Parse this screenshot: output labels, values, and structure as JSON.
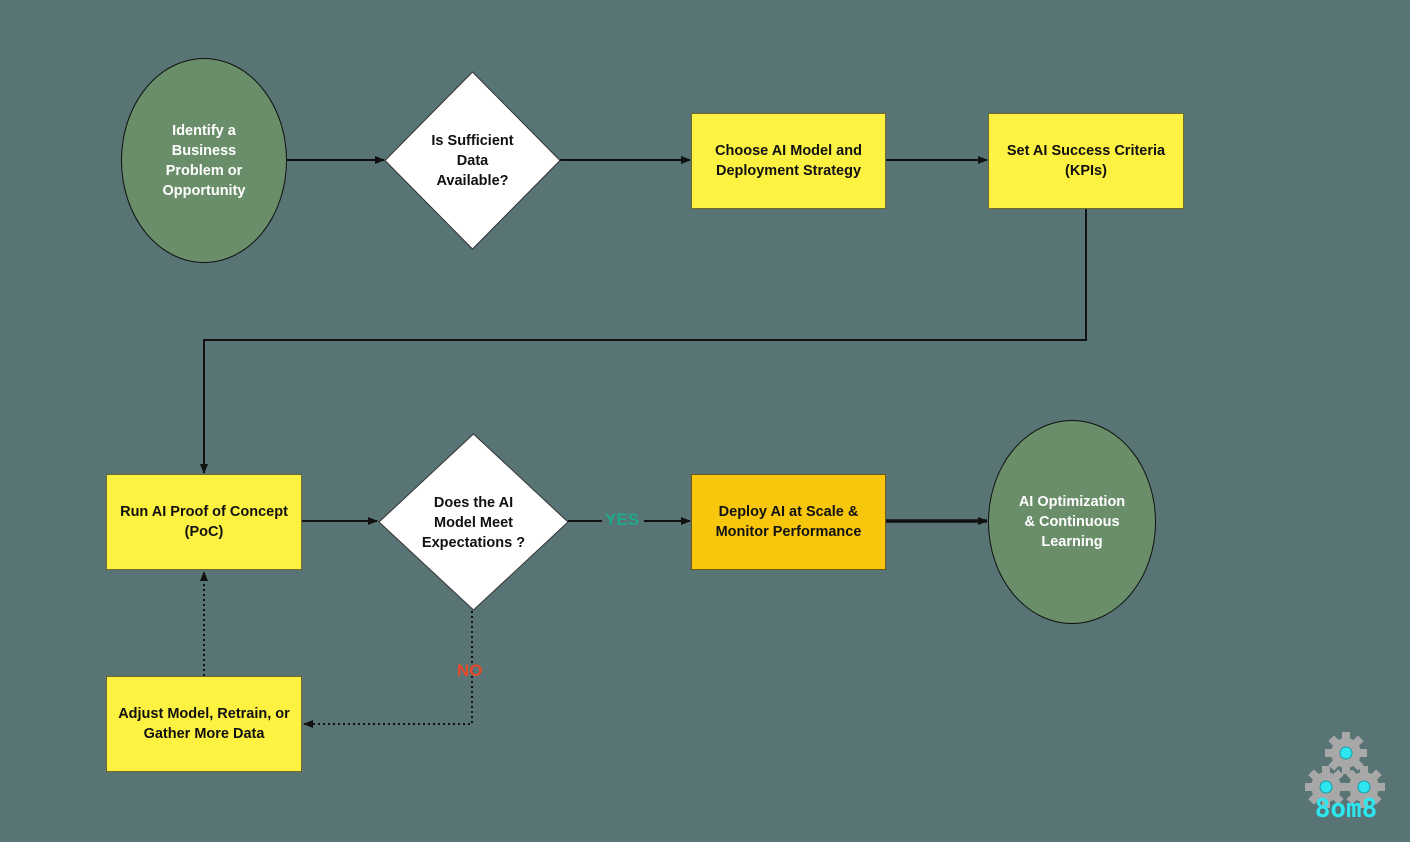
{
  "nodes": {
    "start": "Identify a Business Problem or Opportunity",
    "data_check": "Is Sufficient Data Available?",
    "choose_model": "Choose AI Model and Deployment Strategy",
    "kpis": "Set AI Success Criteria (KPIs)",
    "poc": "Run AI Proof of Concept (PoC)",
    "meet_check": "Does the AI Model Meet Expectations ?",
    "deploy": "Deploy AI at Scale & Monitor Performance",
    "optimize": "AI Optimization & Continuous Learning",
    "adjust": "Adjust Model, Retrain, or Gather More Data"
  },
  "edges": {
    "yes_label": "YES",
    "no_label": "NO"
  },
  "logo": {
    "text": "8om8"
  },
  "colors": {
    "background": "#587474",
    "process_box": "#fdf142",
    "deploy_box": "#f8c70d",
    "terminal": "#6a8e6a",
    "decision": "#ffffff",
    "yes": "#1fa88a",
    "no": "#e8482a",
    "logo_accent": "#2ee6f0"
  }
}
